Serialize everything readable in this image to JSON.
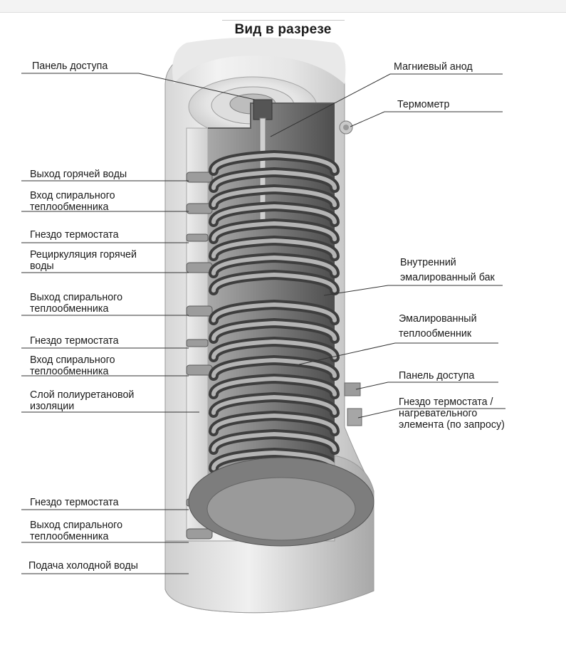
{
  "title": "Вид в разрезе",
  "labels_left": [
    {
      "id": "access-panel-top",
      "lines": [
        "Панель доступа"
      ]
    },
    {
      "id": "hot-water-outlet",
      "lines": [
        "Выход горячей воды"
      ]
    },
    {
      "id": "coil-inlet-upper",
      "lines": [
        "Вход спирального",
        "теплообменника"
      ]
    },
    {
      "id": "thermostat-socket-1",
      "lines": [
        "Гнездо термостата"
      ]
    },
    {
      "id": "hot-water-recirculation",
      "lines": [
        "Рециркуляция горячей",
        "воды"
      ]
    },
    {
      "id": "coil-outlet-upper",
      "lines": [
        "Выход спирального",
        "теплообменника"
      ]
    },
    {
      "id": "thermostat-socket-2",
      "lines": [
        "Гнездо термостата"
      ]
    },
    {
      "id": "coil-inlet-lower",
      "lines": [
        "Вход спирального",
        "теплообменника"
      ]
    },
    {
      "id": "pu-insulation-layer",
      "lines": [
        "Слой полиуретановой",
        "изоляции"
      ]
    },
    {
      "id": "thermostat-socket-3",
      "lines": [
        "Гнездо термостата"
      ]
    },
    {
      "id": "coil-outlet-lower",
      "lines": [
        "Выход спирального",
        "теплообменника"
      ]
    },
    {
      "id": "cold-water-supply",
      "lines": [
        "Подача холодной воды"
      ]
    }
  ],
  "labels_right": [
    {
      "id": "magnesium-anode",
      "lines": [
        "Магниевый анод"
      ]
    },
    {
      "id": "thermometer",
      "lines": [
        "Термометр"
      ]
    },
    {
      "id": "inner-enamel-tank",
      "lines": [
        "Внутренний",
        "эмалированный бак"
      ]
    },
    {
      "id": "enamel-heat-exchanger",
      "lines": [
        "Эмалированный",
        "теплообменник"
      ]
    },
    {
      "id": "access-panel-side",
      "lines": [
        "Панель доступа"
      ]
    },
    {
      "id": "thermostat-heater-socket",
      "lines": [
        "Гнездо термостата /",
        "нагревательного",
        "элемента (по запросу)"
      ]
    }
  ]
}
